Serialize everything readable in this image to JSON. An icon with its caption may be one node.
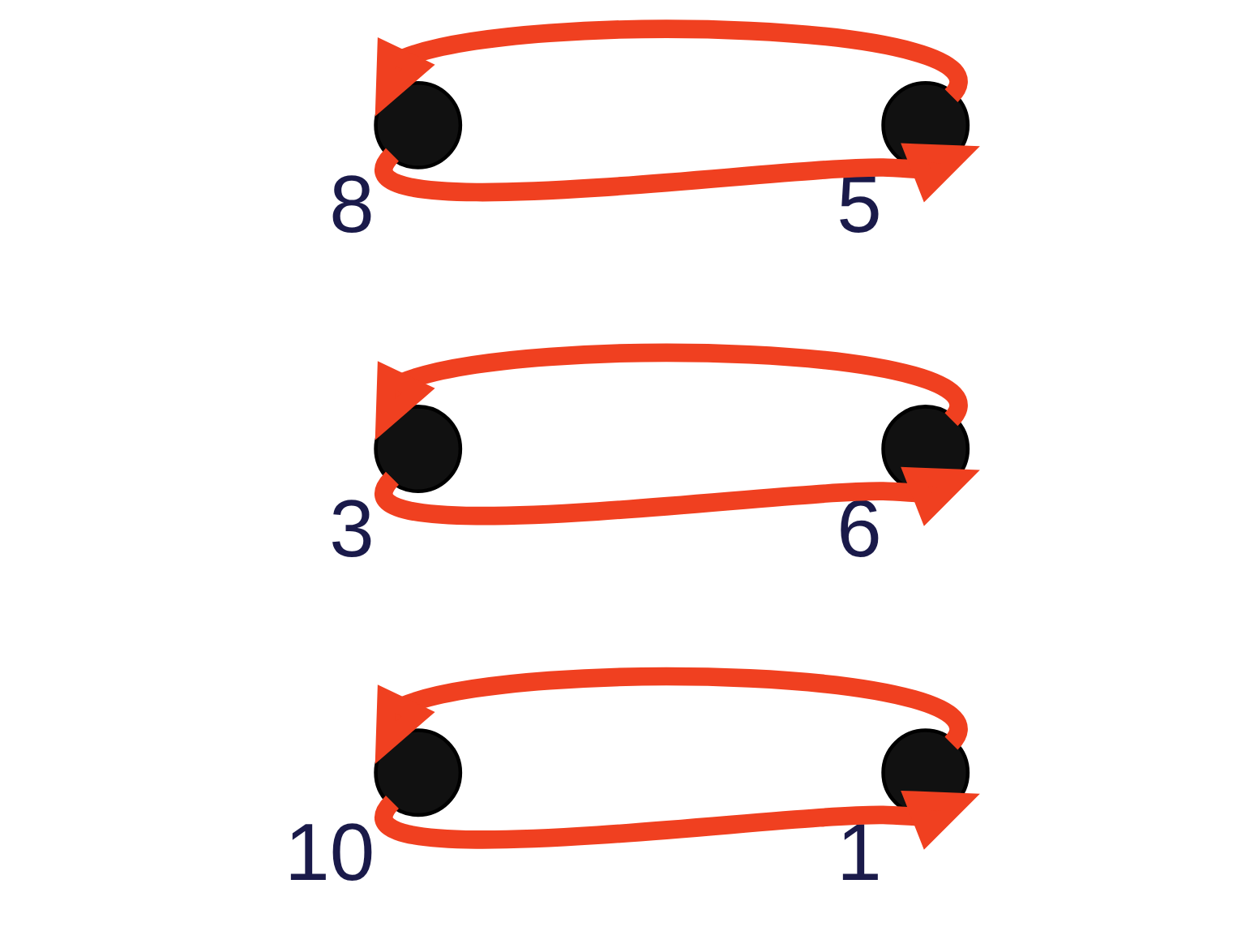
{
  "diagram": {
    "nodes": [
      {
        "text": [],
        "shape": "circle",
        "beside": [
          "10"
        ]
      },
      {
        "text": [],
        "shape": "circle",
        "beside": [
          "3"
        ]
      },
      {
        "text": [],
        "shape": "circle",
        "beside": [
          "1"
        ]
      },
      {
        "text": [],
        "shape": "circle",
        "beside": [
          "6"
        ]
      },
      {
        "text": [],
        "shape": "circle",
        "beside": [
          "8"
        ]
      },
      {
        "text": [],
        "shape": "circle",
        "beside": [
          "5"
        ]
      }
    ],
    "edges": [
      {
        "from": 2,
        "to": 0,
        "arrow": "to"
      },
      {
        "from": 0,
        "to": 2,
        "arrow": "to"
      },
      {
        "from": 3,
        "to": 1,
        "arrow": "to"
      },
      {
        "from": 1,
        "to": 3,
        "arrow": "to"
      },
      {
        "from": 5,
        "to": 4,
        "arrow": "to"
      },
      {
        "from": 4,
        "to": 5,
        "arrow": "to"
      }
    ]
  }
}
